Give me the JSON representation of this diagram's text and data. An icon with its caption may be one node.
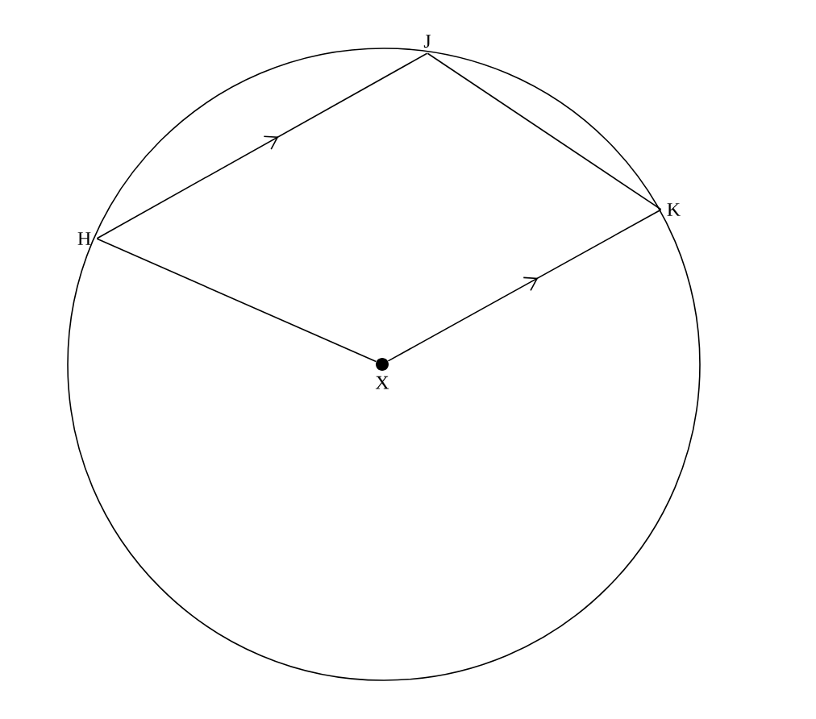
{
  "diagram": {
    "nodes": [
      {
        "text": [
          "H"
        ]
      },
      {
        "text": [
          "J"
        ]
      },
      {
        "text": [
          "K"
        ]
      },
      {
        "text": [
          "X"
        ]
      }
    ],
    "edges": [
      {
        "from": 0,
        "to": 1,
        "arrow": "to"
      },
      {
        "from": 1,
        "to": 2,
        "arrow": "none"
      },
      {
        "from": 0,
        "to": 3,
        "arrow": "none"
      },
      {
        "from": 3,
        "to": 2,
        "arrow": "to"
      }
    ]
  }
}
